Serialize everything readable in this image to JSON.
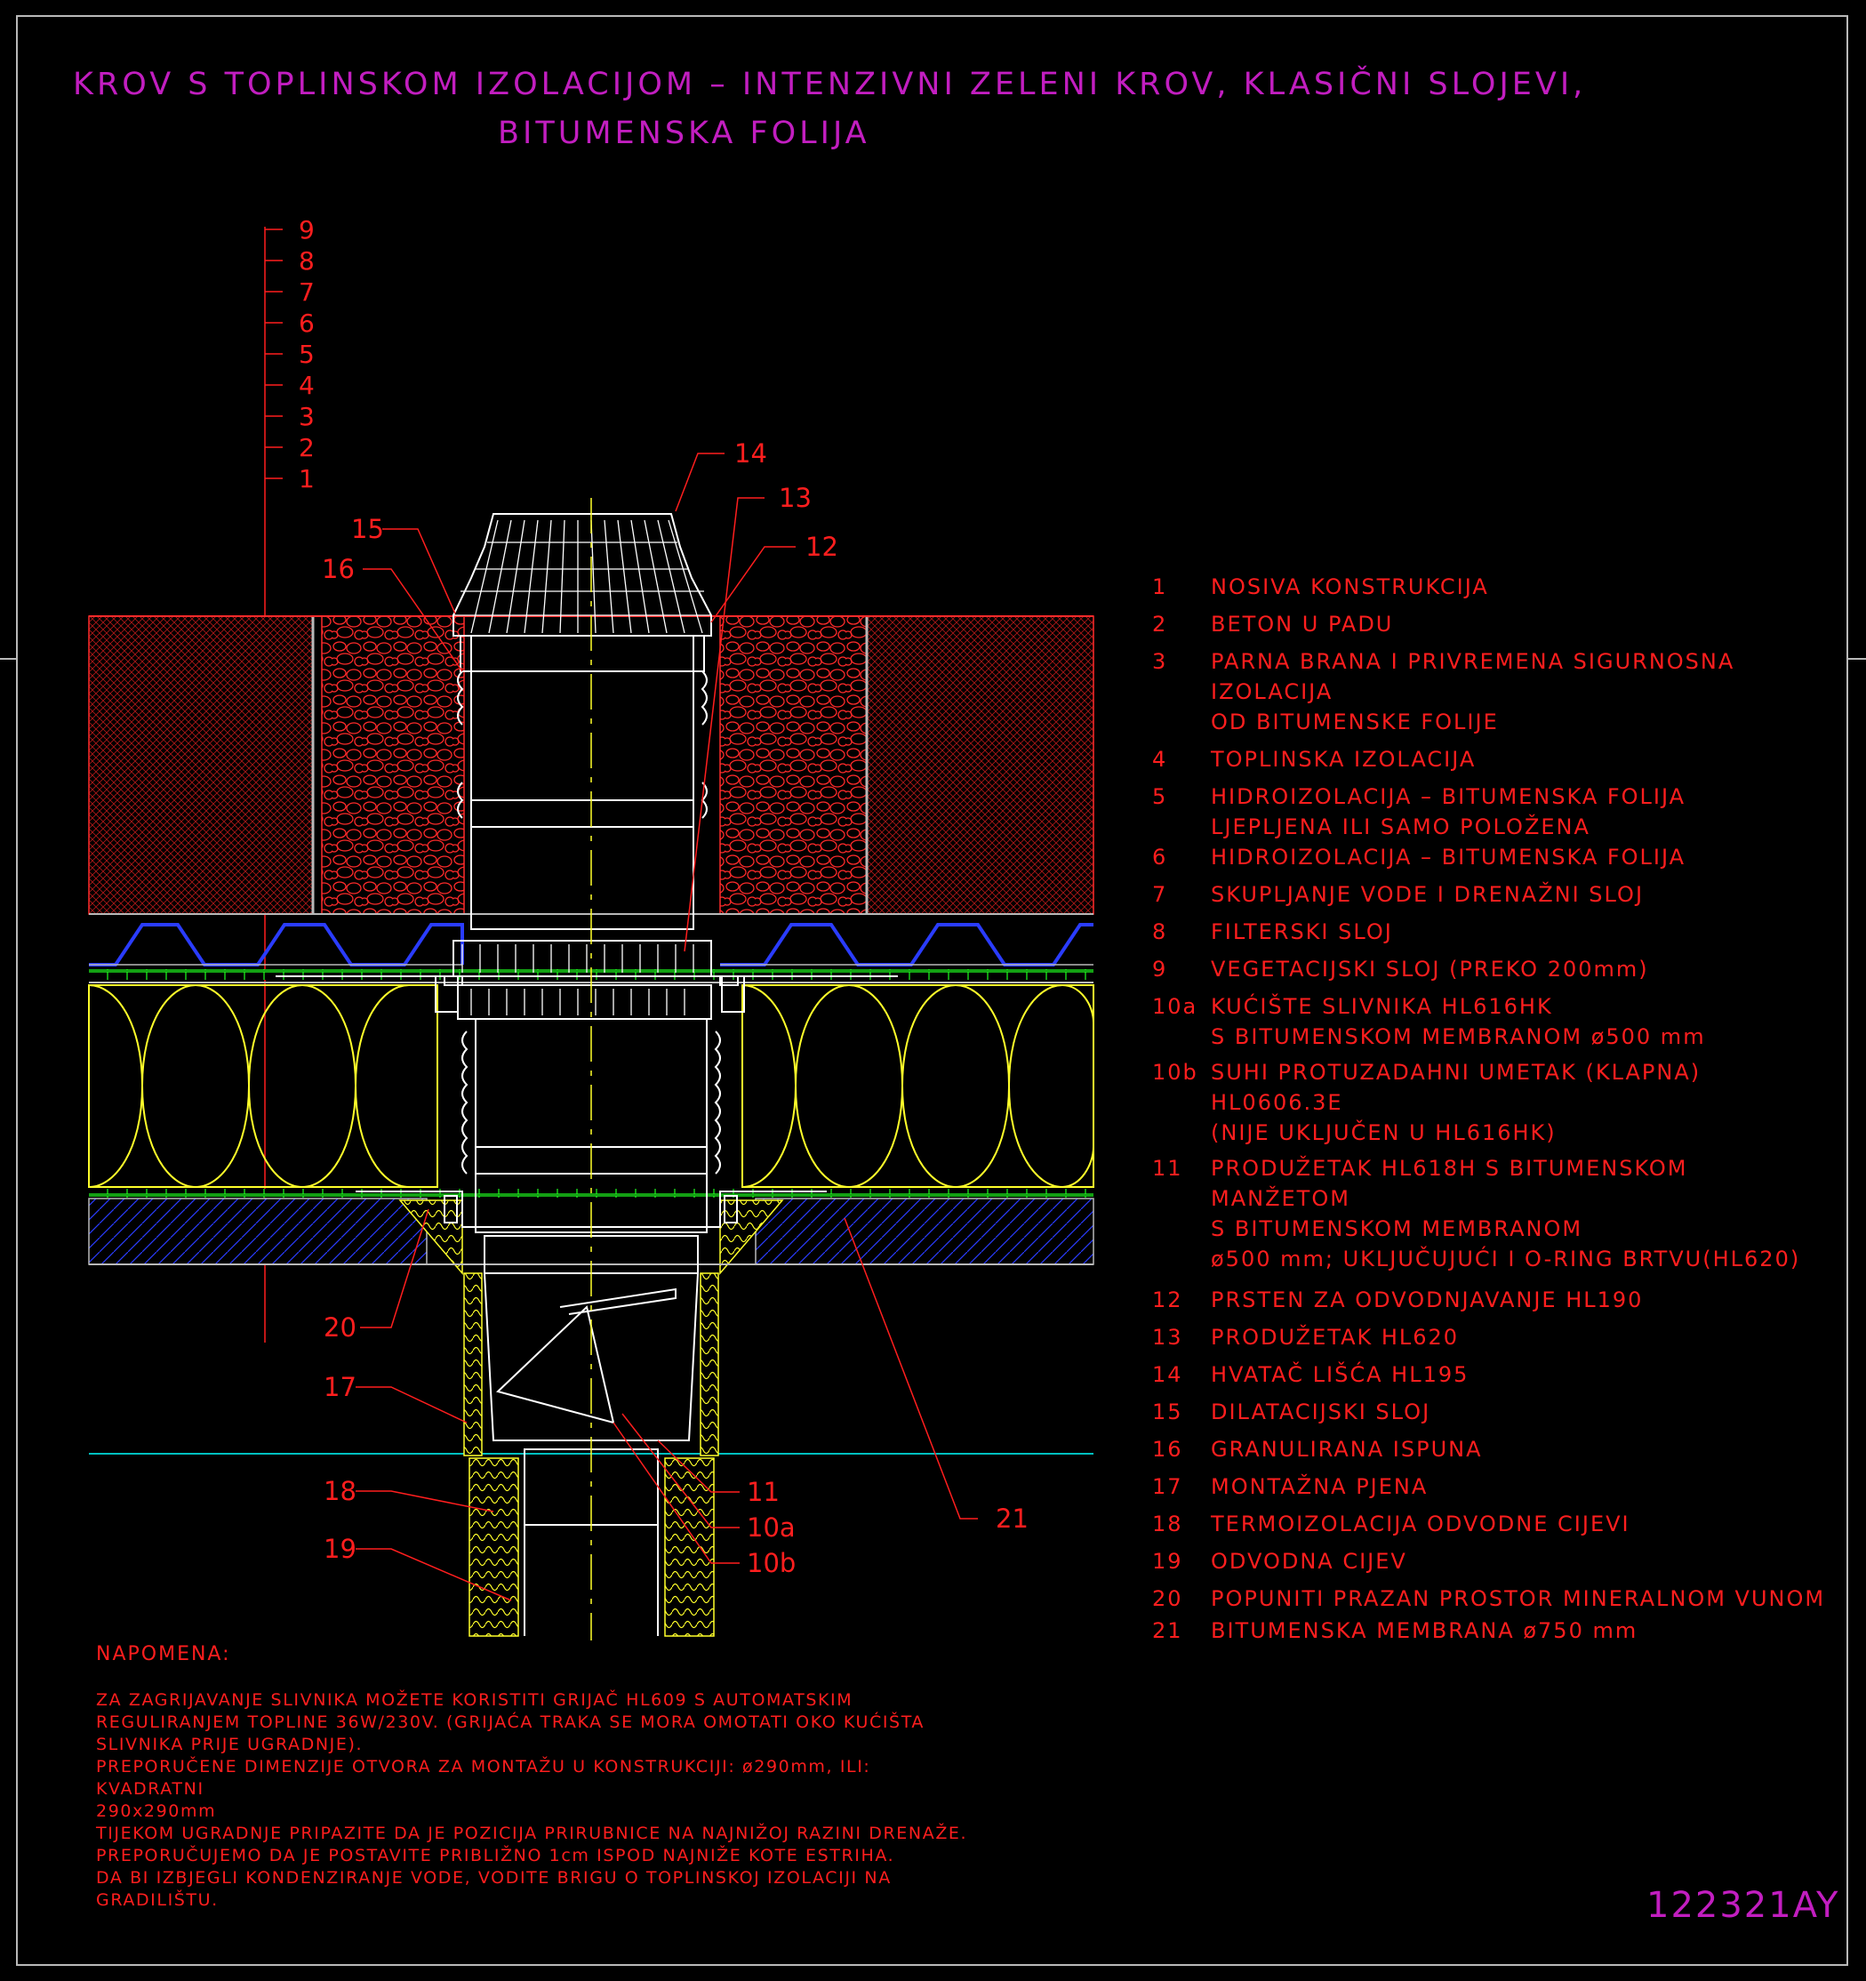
{
  "title": {
    "line1": "KROV S TOPLINSKOM IZOLACIJOM – INTENZIVNI ZELENI KROV, KLASIČNI SLOJEVI,",
    "line2": "BITUMENSKA FOLIJA"
  },
  "scale_labels": [
    "9",
    "8",
    "7",
    "6",
    "5",
    "4",
    "3",
    "2",
    "1"
  ],
  "callouts": [
    "14",
    "13",
    "12",
    "15",
    "16",
    "20",
    "17",
    "18",
    "19",
    "11",
    "10a",
    "10b",
    "21"
  ],
  "legend": [
    {
      "num": "1",
      "text": "NOSIVA KONSTRUKCIJA"
    },
    {
      "num": "2",
      "text": "BETON U PADU"
    },
    {
      "num": "3",
      "text": "PARNA BRANA I PRIVREMENA SIGURNOSNA IZOLACIJA\nOD BITUMENSKE FOLIJE"
    },
    {
      "num": "4",
      "text": "TOPLINSKA IZOLACIJA"
    },
    {
      "num": "5",
      "text": "HIDROIZOLACIJA – BITUMENSKA FOLIJA\nLJEPLJENA ILI SAMO POLOŽENA"
    },
    {
      "num": "6",
      "text": "HIDROIZOLACIJA – BITUMENSKA FOLIJA"
    },
    {
      "num": "7",
      "text": "SKUPLJANJE VODE I DRENAŽNI SLOJ"
    },
    {
      "num": "8",
      "text": "FILTERSKI SLOJ"
    },
    {
      "num": "9",
      "text": "VEGETACIJSKI SLOJ (PREKO 200mm)"
    },
    {
      "num": "10a",
      "text": "KUĆIŠTE SLIVNIKA HL616HK\nS BITUMENSKOM MEMBRANOM ø500 mm"
    },
    {
      "num": "10b",
      "text": "SUHI PROTUZADAHNI UMETAK (KLAPNA) HL0606.3E\n(NIJE UKLJUČEN U HL616HK)"
    },
    {
      "num": "11",
      "text": "PRODUŽETAK HL618H S BITUMENSKOM MANŽETOM\nS BITUMENSKOM MEMBRANOM\nø500 mm; UKLJUČUJUĆI I O-RING BRTVU(HL620)"
    },
    {
      "num": "12",
      "text": "PRSTEN ZA ODVODNJAVANJE HL190"
    },
    {
      "num": "13",
      "text": "PRODUŽETAK HL620"
    },
    {
      "num": "14",
      "text": "HVATAČ LIŠĆA HL195"
    },
    {
      "num": "15",
      "text": "DILATACIJSKI SLOJ"
    },
    {
      "num": "16",
      "text": "GRANULIRANA ISPUNA"
    },
    {
      "num": "17",
      "text": "MONTAŽNA PJENA"
    },
    {
      "num": "18",
      "text": "TERMOIZOLACIJA ODVODNE CIJEVI"
    },
    {
      "num": "19",
      "text": "ODVODNA CIJEV"
    },
    {
      "num": "20",
      "text": "POPUNITI PRAZAN PROSTOR MINERALNOM VUNOM"
    },
    {
      "num": "21",
      "text": "BITUMENSKA MEMBRANA ø750 mm"
    }
  ],
  "note": {
    "heading": "NAPOMENA:",
    "paragraphs": [
      "ZA ZAGRIJAVANJE SLIVNIKA MOŽETE KORISTITI GRIJAČ HL609 S AUTOMATSKIM\nREGULIRANJEM TOPLINE 36W/230V. (GRIJAĆA TRAKA SE MORA OMOTATI OKO KUĆIŠTA\nSLIVNIKA PRIJE UGRADNJE).",
      "PREPORUČENE DIMENZIJE OTVORA ZA MONTAŽU U KONSTRUKCIJI: ø290mm, ILI: KVADRATNI\n290x290mm",
      "TIJEKOM UGRADNJE PRIPAZITE DA JE POZICIJA PRIRUBNICE NA NAJNIŽOJ RAZINI DRENAŽE.\nPREPORUČUJEMO DA JE POSTAVITE PRIBLIŽNO 1cm ISPOD NAJNIŽE KOTE ESTRIHA.",
      "DA BI IZBJEGLI KONDENZIRANJE VODE, VODITE BRIGU O TOPLINSKOJ IZOLACIJI NA\nGRADILIŠTU."
    ]
  },
  "drawing_code": "122321AY",
  "colors": {
    "background": "#000000",
    "title": "#c21ec0",
    "text": "#ff1e1e",
    "frame": "#b9b9b9",
    "drain": "#ffffff",
    "insulation": "#ffff2a",
    "membrane": "#1eff1e",
    "drainage": "#2a3cff",
    "water_line": "#00c0c0"
  }
}
